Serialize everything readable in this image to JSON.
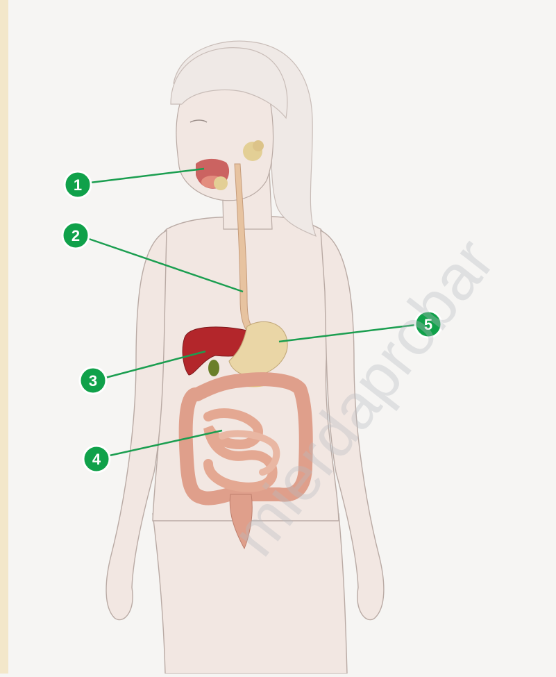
{
  "diagram": {
    "labels": [
      "1",
      "2",
      "3",
      "4",
      "5"
    ],
    "colors": {
      "badge": "#10a14a",
      "badge_border": "#ffffff",
      "leader_line": "#1b9e50",
      "skin": "#f2e7e2",
      "skin_outline": "#b9aaa4",
      "hair": "#efe9e6",
      "liver": "#b3262b",
      "stomach": "#ead6a6",
      "esophagus": "#e7c3a0",
      "intestine": "#e4a892",
      "large_intestine": "#df9f8b",
      "gallbladder": "#6a7f2a",
      "salivary": "#e3cf95",
      "mouth": "#c44b4a"
    }
  },
  "watermark": {
    "text": "mierdaprobar"
  }
}
